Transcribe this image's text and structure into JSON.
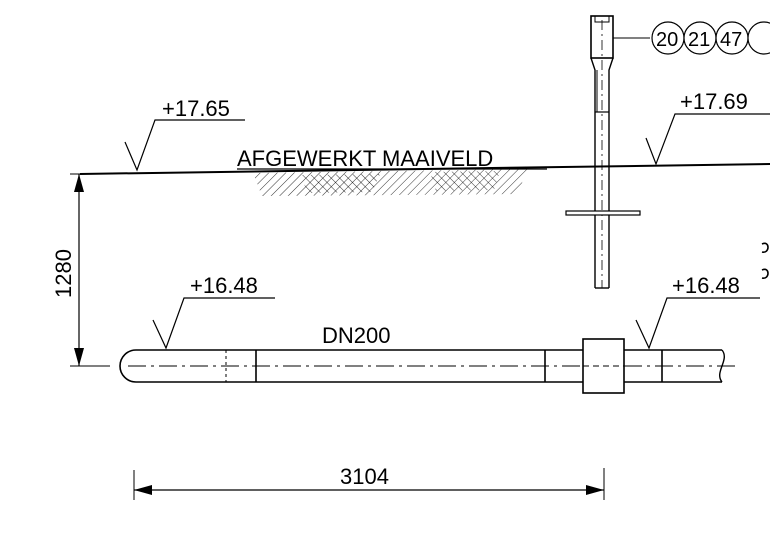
{
  "drawing": {
    "ground_label": "AFGEWERKT MAAIVELD",
    "pipe_label": "DN200",
    "levels": {
      "ground_left": "+17.65",
      "ground_right": "+17.69",
      "pipe_left": "+16.48",
      "pipe_right": "+16.48"
    },
    "dimensions": {
      "depth": "1280",
      "length": "3104"
    },
    "bubbles": [
      "20",
      "21",
      "47"
    ]
  }
}
